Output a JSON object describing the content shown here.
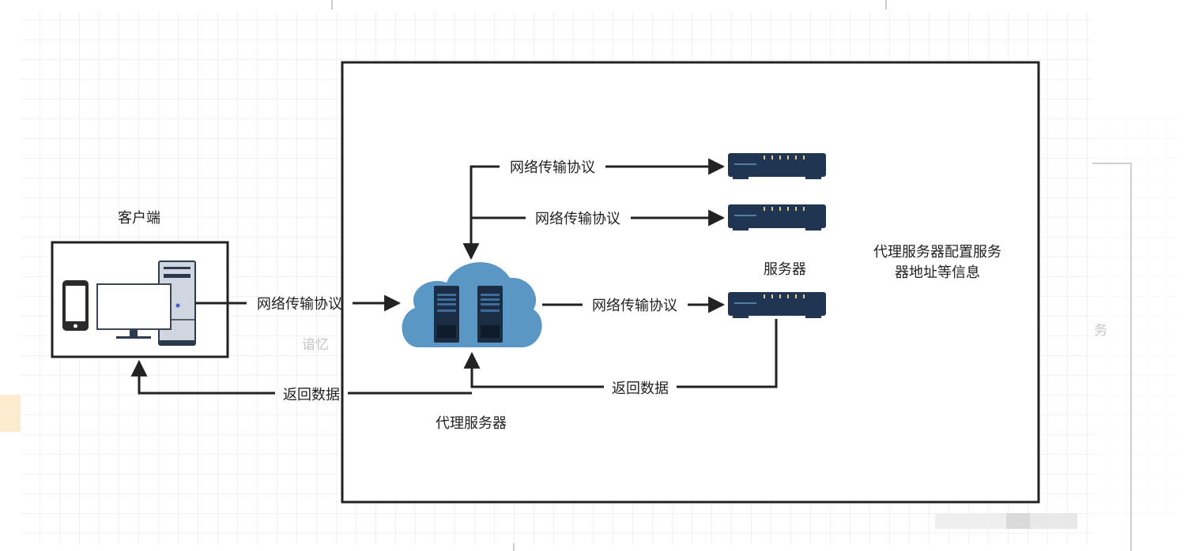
{
  "diagram": {
    "title": "代理服务器原理图",
    "nodes": {
      "client": {
        "label": "客户端",
        "devices": [
          "mobile-phone",
          "monitor",
          "desktop-tower"
        ]
      },
      "proxy": {
        "label": "代理服务器",
        "icon": "cloud-with-servers"
      },
      "servers": {
        "label": "服务器",
        "count": 3,
        "icon": "network-server"
      }
    },
    "edges": [
      {
        "from": "client",
        "to": "proxy",
        "label": "网络传输协议"
      },
      {
        "from": "proxy",
        "to": "server-1",
        "label": "网络传输协议"
      },
      {
        "from": "proxy",
        "to": "server-2",
        "label": "网络传输协议"
      },
      {
        "from": "proxy",
        "to": "server-3",
        "label": "网络传输协议"
      },
      {
        "from": "server-3",
        "to": "proxy",
        "label": "返回数据"
      },
      {
        "from": "proxy",
        "to": "client",
        "label": "返回数据"
      }
    ],
    "annotation": {
      "line1": "代理服务器配置服务",
      "line2": "器地址等信息"
    },
    "watermark": "谙忆",
    "offscreen_fragment": "务"
  },
  "colors": {
    "line": "#222222",
    "cloud": "#5b97c4",
    "server_body": "#1f3552",
    "server_led": "#e8c88a",
    "grid": "#e4e4e4",
    "highlight": "#fdebcf"
  }
}
